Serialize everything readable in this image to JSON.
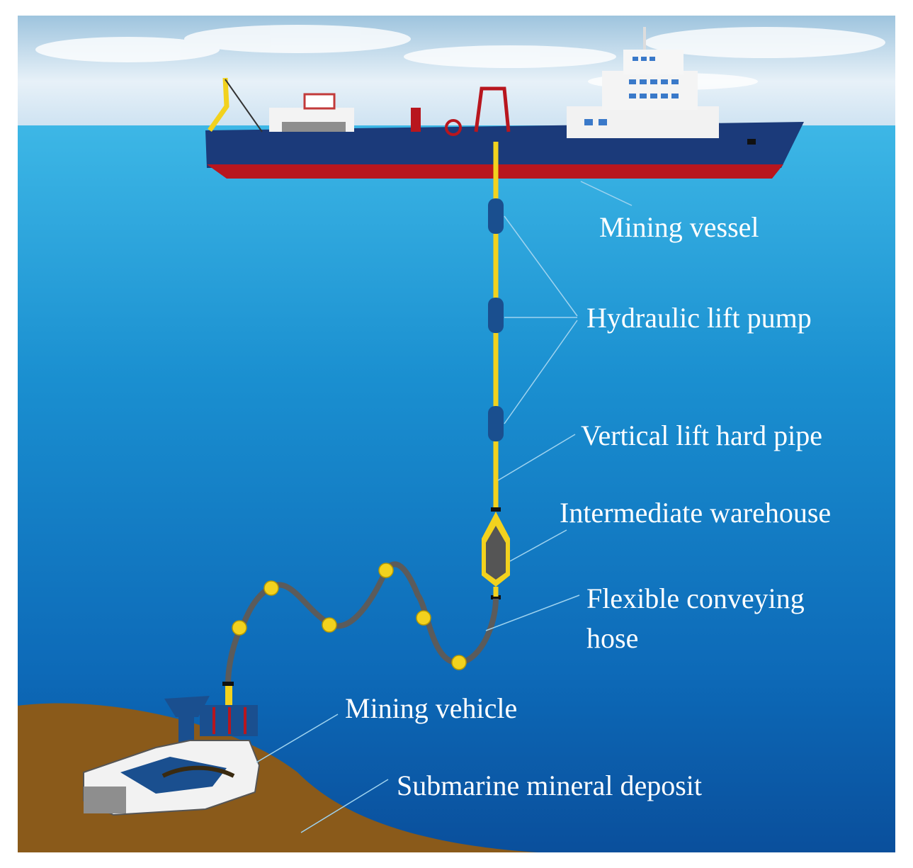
{
  "diagram": {
    "labels": {
      "mining_vessel": "Mining vessel",
      "hydraulic_lift_pump": "Hydraulic lift pump",
      "vertical_lift_hard_pipe": "Vertical lift hard pipe",
      "intermediate_warehouse": "Intermediate warehouse",
      "flexible_conveying_hose_line1": "Flexible conveying",
      "flexible_conveying_hose_line2": "hose",
      "mining_vehicle": "Mining vehicle",
      "submarine_mineral_deposit": "Submarine mineral deposit"
    },
    "colors": {
      "sky": "#cfe3f2",
      "ocean_surface": "#2ea8df",
      "ocean_deep": "#0b5ba8",
      "seabed": "#8a5a1a",
      "hull": "#1b3a7a",
      "hull_bottom": "#b8161e",
      "pipe": "#f2d21e",
      "pump": "#1a4f8f",
      "hose": "#5b5b5b",
      "leader_line": "#9fd3ef"
    }
  }
}
